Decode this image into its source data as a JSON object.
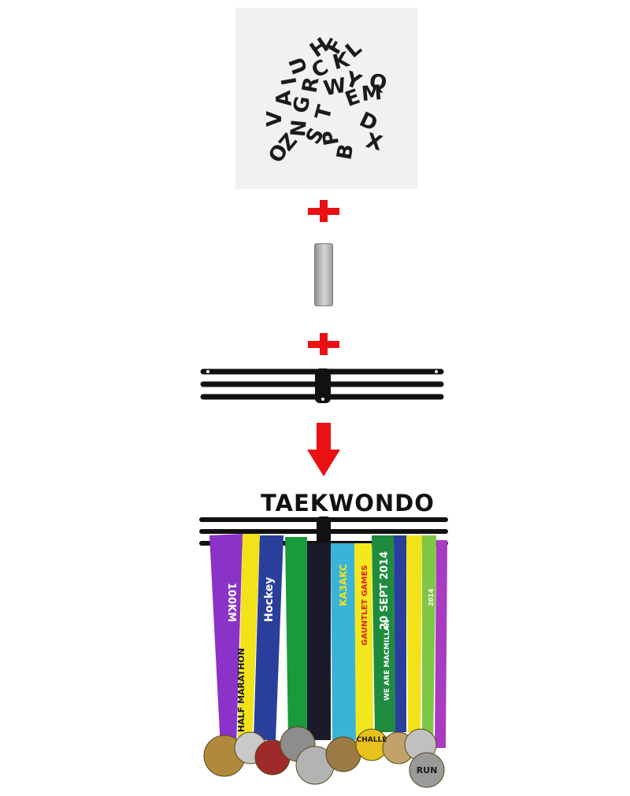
{
  "letters_photo": {
    "letters": [
      "H",
      "C",
      "K",
      "Y",
      "W",
      "E",
      "M",
      "Q",
      "O",
      "N",
      "G",
      "A",
      "B",
      "X",
      "D",
      "T",
      "R",
      "I",
      "V",
      "S",
      "U",
      "L",
      "Z",
      "F",
      "P"
    ]
  },
  "hanger_sign": {
    "text": "TAEKWONDO"
  },
  "ribbon_texts": {
    "r1": "100KM",
    "r2": "HALF MARATHON",
    "r3": "Hockey",
    "r4": "KA3AKC",
    "r5": "GAUNTLET GAMES",
    "r6": "20 SEPT 2014",
    "r7": "WE ARE MACMILLAN",
    "r8": "2014",
    "medal_text": "RUN",
    "medal_text2": "CHALLE"
  },
  "colors": {
    "accent_red": "#e91111",
    "rack_black": "#111111"
  }
}
